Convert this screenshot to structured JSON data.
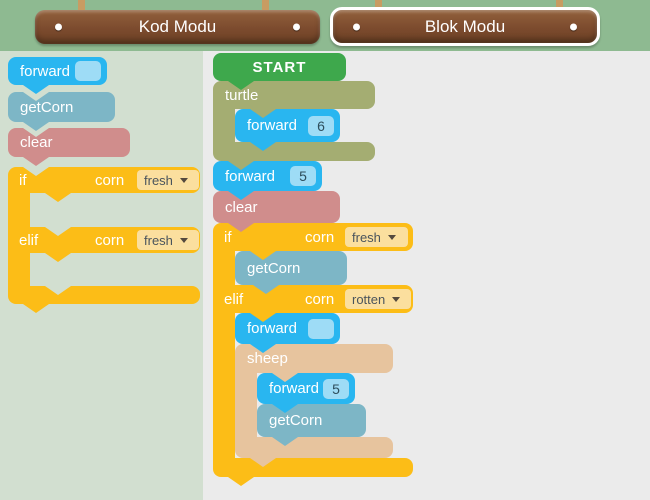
{
  "colors": {
    "header_bg": "#8eba91",
    "toolbox_bg": "#d2dfd0",
    "workspace_bg": "#ebebeb",
    "wood": "#7c4b2e",
    "blue": "#29b6f0",
    "teal": "#7db6c6",
    "pink": "#d08d8c",
    "orange": "#fcbd17",
    "green": "#3ea84c",
    "olive": "#a4ad72",
    "tan": "#e7c49e",
    "dropdown_bg": "#fbdf9e",
    "value_box_bg": "#9edcf6"
  },
  "header": {
    "tabs": [
      {
        "label": "Kod Modu",
        "selected": false
      },
      {
        "label": "Blok Modu",
        "selected": true
      }
    ]
  },
  "toolbox": {
    "forward": {
      "label": "forward",
      "value": ""
    },
    "getCorn": {
      "label": "getCorn"
    },
    "clear": {
      "label": "clear"
    },
    "if_block": {
      "if": "if",
      "corn": "corn",
      "value": "fresh"
    },
    "elif_block": {
      "elif": "elif",
      "corn": "corn",
      "value": "fresh"
    }
  },
  "workspace": {
    "start": "START",
    "turtle": "turtle",
    "turtle_forward": {
      "label": "forward",
      "value": "6"
    },
    "forward": {
      "label": "forward",
      "value": "5"
    },
    "clear": "clear",
    "if_block": {
      "if": "if",
      "corn": "corn",
      "value": "fresh"
    },
    "if_getCorn": "getCorn",
    "elif_block": {
      "elif": "elif",
      "corn": "corn",
      "value": "rotten"
    },
    "elif_forward": {
      "label": "forward",
      "value": ""
    },
    "sheep": "sheep",
    "sheep_forward": {
      "label": "forward",
      "value": "5"
    },
    "sheep_getCorn": "getCorn"
  }
}
